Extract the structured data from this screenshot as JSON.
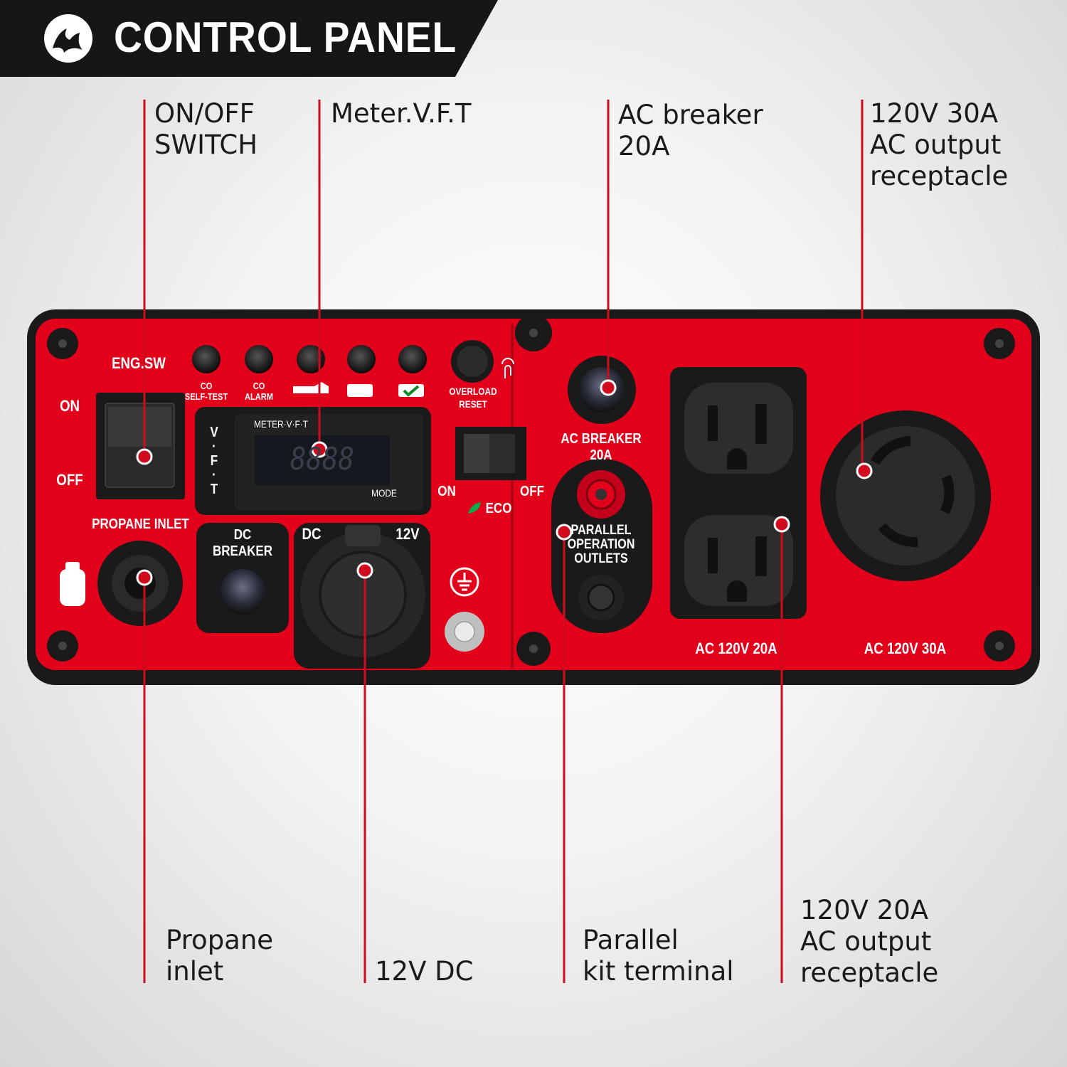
{
  "header": {
    "title": "CONTROL PANEL"
  },
  "callouts": {
    "on_off": "ON/OFF\nSWITCH",
    "meter": "Meter.V.F.T",
    "ac_breaker": "AC breaker\n20A",
    "out_30a": "120V 30A\nAC output\nreceptacle",
    "propane": "Propane\ninlet",
    "dc12": "12V DC",
    "parallel": "Parallel\nkit terminal",
    "out_20a": "120V 20A\nAC output\nreceptacle"
  },
  "panel_labels": {
    "eng_sw": "ENG.SW",
    "on": "ON",
    "off": "OFF",
    "co_self_test": "CO\nSELF-TEST",
    "co_alarm": "CO\nALARM",
    "overload_reset": "OVERLOAD\nRESET",
    "meter_title": "METER·V·F·T",
    "meter_side": "V\n·\nF\n·\nT",
    "meter_display": "8888",
    "mode": "MODE",
    "eco_on": "ON",
    "eco_off": "OFF",
    "eco": "ECO",
    "propane_inlet": "PROPANE INLET",
    "dc_breaker": "DC BREAKER",
    "dc": "DC",
    "v12": "12V",
    "ac_breaker_20a": "AC BREAKER 20A",
    "parallel_outlets": "PARALLEL\nOPERATION\nOUTLETS",
    "ac_120v_20a": "AC 120V 20A",
    "ac_120v_30a": "AC 120V 30A"
  },
  "colors": {
    "panel_red": "#e3001b",
    "frame": "#1a1a1a",
    "leader": "#d10a1e"
  }
}
